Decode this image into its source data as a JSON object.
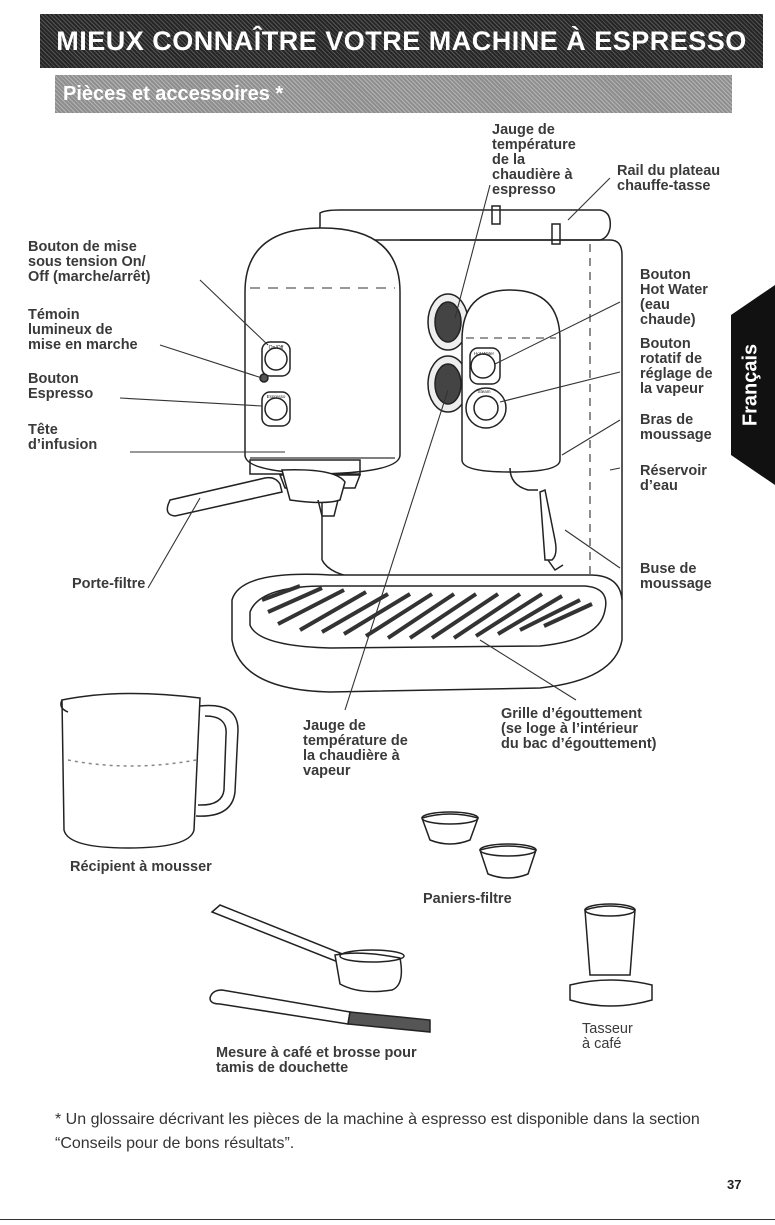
{
  "page": {
    "title": "MIEUX CONNAÎTRE VOTRE MACHINE À ESPRESSO",
    "section": "Pièces et accessoires *",
    "side_tab": "Français",
    "page_number": "37",
    "footnote_line1": "* Un glossaire décrivant les pièces de la machine à espresso est disponible dans la section",
    "footnote_line2": "“Conseils pour de bons résultats”."
  },
  "machine": {
    "button_on_off": "On/Off",
    "button_hot_water": "Hot Water",
    "button_espresso": "Espresso",
    "button_steam": "Steam"
  },
  "labels": {
    "gauge_espresso": [
      "Jauge de",
      "température",
      "de la",
      "chaudière à",
      "espresso"
    ],
    "warming_rail": [
      "Rail du plateau",
      "chauffe-tasse"
    ],
    "power_button": [
      "Bouton de mise",
      "sous tension On/",
      "Off (marche/arrêt)"
    ],
    "power_light": [
      "Témoin",
      "lumineux de",
      "mise en marche"
    ],
    "espresso_button": [
      "Bouton",
      "Espresso"
    ],
    "brew_head": [
      "Tête",
      "d’infusion"
    ],
    "portafilter": [
      "Porte-filtre"
    ],
    "hot_water_button": [
      "Bouton",
      "Hot Water",
      "(eau",
      "chaude)"
    ],
    "steam_knob": [
      "Bouton",
      "rotatif de",
      "réglage de",
      "la vapeur"
    ],
    "frothing_arm": [
      "Bras de",
      "moussage"
    ],
    "reservoir": [
      "Réservoir",
      "d’eau"
    ],
    "frothing_nozzle": [
      "Buse de",
      "moussage"
    ],
    "gauge_steam": [
      "Jauge de",
      "température de",
      "la chaudière à",
      "vapeur"
    ],
    "drip_grille": [
      "Grille d’égouttement",
      "(se loge à l’intérieur",
      "du bac d’égouttement)"
    ],
    "frothing_pitcher": [
      "Récipient à mousser"
    ],
    "filter_baskets": [
      "Paniers-filtre"
    ],
    "scoop_brush": [
      "Mesure à café et brosse pour",
      "tamis de douchette"
    ],
    "tamper": [
      "Tasseur",
      "à café"
    ]
  }
}
